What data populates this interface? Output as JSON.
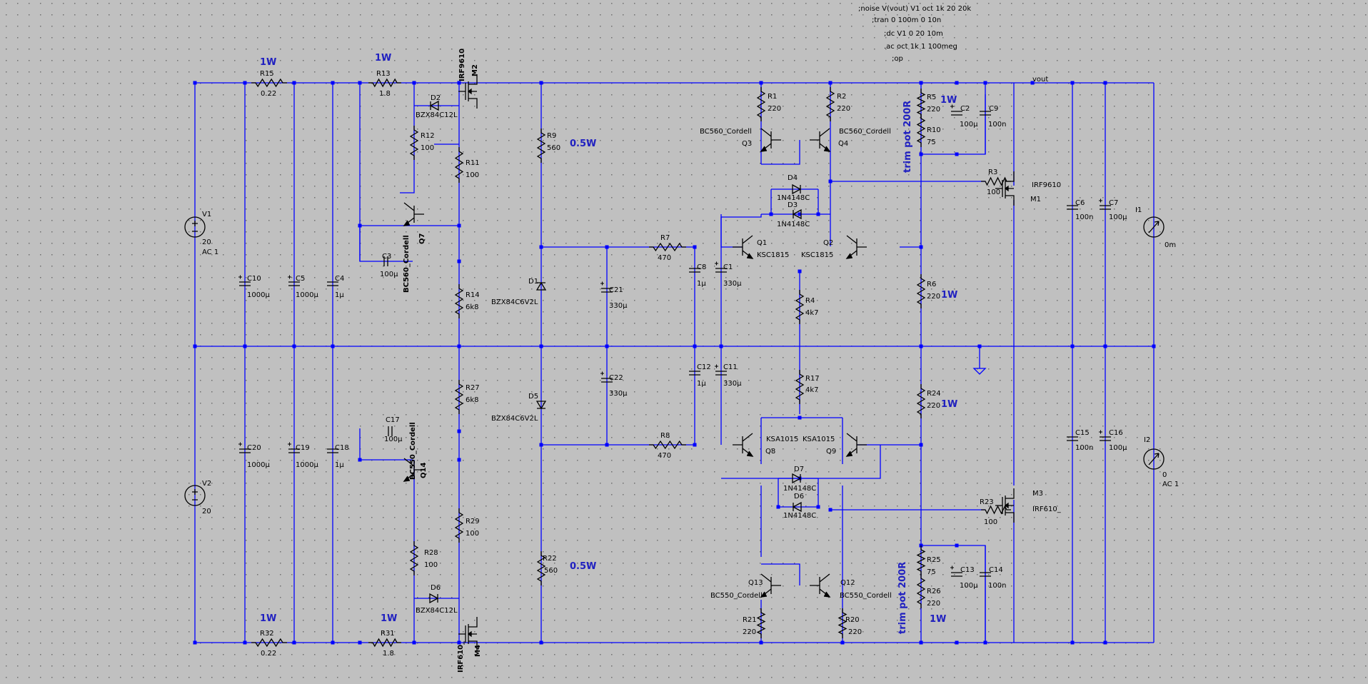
{
  "directives": [
    ";noise V(vout) V1 oct 1k 20 20k",
    ";tran 0 100m 0 10n",
    ";dc V1 0 20 10m",
    ".ac oct 1k 1 100meg",
    ";op"
  ],
  "colors": {
    "background": "#c0c0c0",
    "wire": "#0000ff",
    "component": "#000000",
    "label": "#000000",
    "power_note": "#2020c0",
    "ground": "#0000ff"
  },
  "components": {
    "V1": {
      "name": "V1",
      "value": "20",
      "extra": "AC 1"
    },
    "V2": {
      "name": "V2",
      "value": "20"
    },
    "I1": {
      "name": "I1",
      "value": "0m"
    },
    "I2": {
      "name": "I2",
      "value": "0",
      "extra": "AC 1"
    },
    "R15": {
      "name": "R15",
      "value": "0.22"
    },
    "R32": {
      "name": "R32",
      "value": "0.22"
    },
    "R13": {
      "name": "R13",
      "value": "1.8"
    },
    "R31": {
      "name": "R31",
      "value": "1.8"
    },
    "R12": {
      "name": "R12",
      "value": "100"
    },
    "R11": {
      "name": "R11",
      "value": "100"
    },
    "R14": {
      "name": "R14",
      "value": "6k8"
    },
    "R27": {
      "name": "R27",
      "value": "6k8"
    },
    "R29": {
      "name": "R29",
      "value": "100"
    },
    "R28": {
      "name": "R28",
      "value": "100"
    },
    "R9": {
      "name": "R9",
      "value": "560"
    },
    "R22": {
      "name": "R22",
      "value": "560"
    },
    "R7": {
      "name": "R7",
      "value": "470"
    },
    "R8": {
      "name": "R8",
      "value": "470"
    },
    "R1": {
      "name": "R1",
      "value": "220"
    },
    "R2": {
      "name": "R2",
      "value": "220"
    },
    "R4": {
      "name": "R4",
      "value": "4k7"
    },
    "R17": {
      "name": "R17",
      "value": "4k7"
    },
    "R5": {
      "name": "R5",
      "value": "220"
    },
    "R10": {
      "name": "R10",
      "value": "75"
    },
    "R25": {
      "name": "R25",
      "value": "75"
    },
    "R26": {
      "name": "R26",
      "value": "220"
    },
    "R3": {
      "name": "R3",
      "value": "100"
    },
    "R23": {
      "name": "R23",
      "value": "100"
    },
    "R6": {
      "name": "R6",
      "value": "220"
    },
    "R24": {
      "name": "R24",
      "value": "220"
    },
    "R21": {
      "name": "R21",
      "value": "220"
    },
    "R20": {
      "name": "R20",
      "value": "220"
    },
    "C10": {
      "name": "C10",
      "value": "1000µ"
    },
    "C5": {
      "name": "C5",
      "value": "1000µ"
    },
    "C4": {
      "name": "C4",
      "value": "1µ"
    },
    "C20": {
      "name": "C20",
      "value": "1000µ"
    },
    "C19": {
      "name": "C19",
      "value": "1000µ"
    },
    "C18": {
      "name": "C18",
      "value": "1µ"
    },
    "C3": {
      "name": "C3",
      "value": "100µ"
    },
    "C17": {
      "name": "C17",
      "value": "100µ"
    },
    "C21": {
      "name": "C21",
      "value": "330µ"
    },
    "C22": {
      "name": "C22",
      "value": "330µ"
    },
    "C8": {
      "name": "C8",
      "value": "1µ"
    },
    "C1": {
      "name": "C1",
      "value": "330µ"
    },
    "C12": {
      "name": "C12",
      "value": "1µ"
    },
    "C11": {
      "name": "C11",
      "value": "330µ"
    },
    "C2": {
      "name": "C2",
      "value": "100µ"
    },
    "C9": {
      "name": "C9",
      "value": "100n"
    },
    "C13": {
      "name": "C13",
      "value": "100µ"
    },
    "C14": {
      "name": "C14",
      "value": "100n"
    },
    "C6": {
      "name": "C6",
      "value": "100n"
    },
    "C7": {
      "name": "C7",
      "value": "100µ"
    },
    "C15": {
      "name": "C15",
      "value": "100n"
    },
    "C16": {
      "name": "C16",
      "value": "100µ"
    },
    "D1": {
      "name": "D1",
      "value": "BZX84C6V2L"
    },
    "D5": {
      "name": "D5",
      "value": "BZX84C6V2L"
    },
    "D2": {
      "name": "D2",
      "value": "BZX84C12L"
    },
    "D6": {
      "name": "D6",
      "value": "BZX84C12L"
    },
    "D4": {
      "name": "D4",
      "value": "1N4148C"
    },
    "D3": {
      "name": "D3",
      "value": "1N4148C"
    },
    "D7": {
      "name": "D7",
      "value": "1N4148C"
    },
    "D6b": {
      "name": "D6",
      "value": "1N4148C"
    },
    "Q1": {
      "name": "Q1",
      "value": "KSC1815"
    },
    "Q2": {
      "name": "Q2",
      "value": "KSC1815"
    },
    "Q8": {
      "name": "Q8",
      "value": "KSA1015"
    },
    "Q9": {
      "name": "Q9",
      "value": "KSA1015"
    },
    "Q3": {
      "name": "Q3",
      "value": "BC560_Cordell"
    },
    "Q4": {
      "name": "Q4",
      "value": "BC560_Cordell"
    },
    "Q13": {
      "name": "Q13",
      "value": "BC550_Cordell"
    },
    "Q12": {
      "name": "Q12",
      "value": "BC550_Cordell"
    },
    "Q7": {
      "name": "Q7",
      "value": "BC560_Cordell"
    },
    "Q14": {
      "name": "Q14",
      "value": "BC550_Cordell"
    },
    "M1": {
      "name": "M1",
      "value": "IRF9610"
    },
    "M2": {
      "name": "M2",
      "value": "IRF9610"
    },
    "M3": {
      "name": "M3",
      "value": "IRF610_"
    },
    "M4": {
      "name": "M4",
      "value": "IRF610_"
    }
  },
  "notes": {
    "w1_r15": "1W",
    "w1_r13": "1W",
    "w1_r32": "1W",
    "w1_r31": "1W",
    "w05_r9": "0.5W",
    "w05_r22": "0.5W",
    "w1_r5": "1W",
    "w1_r6": "1W",
    "w1_r24": "1W",
    "w1_r26": "1W",
    "trim_top": "trim pot 200R",
    "trim_bottom": "trim pot 200R",
    "vout": "vout"
  }
}
